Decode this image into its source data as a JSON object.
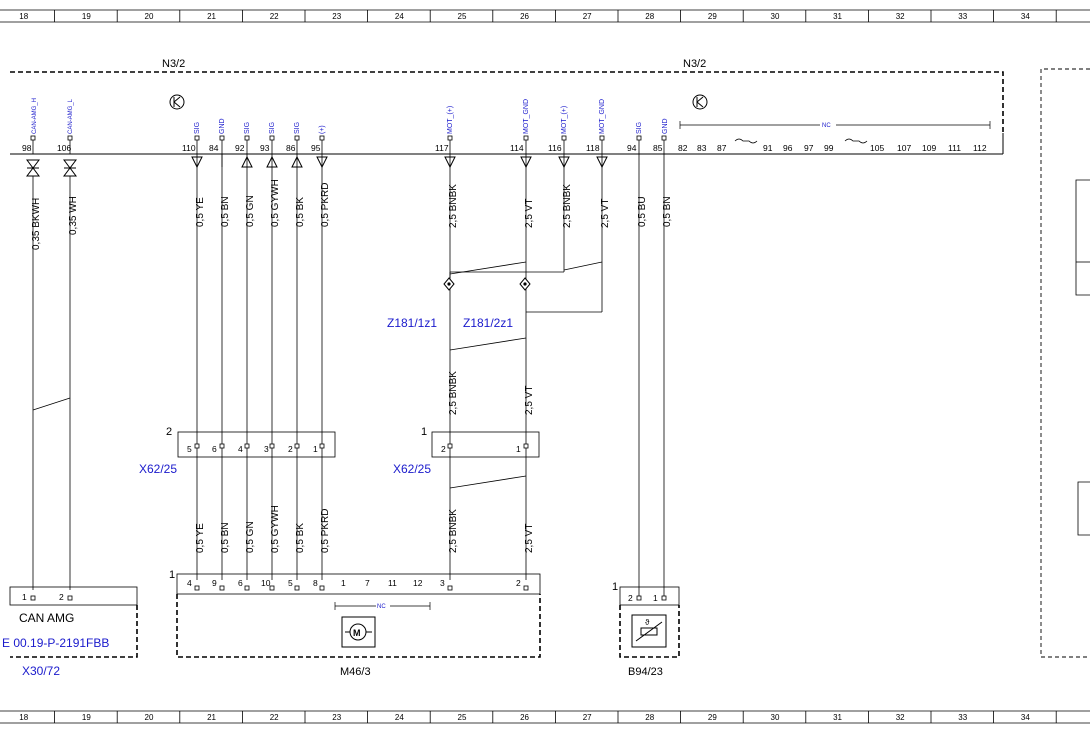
{
  "ruler": {
    "columns": [
      "18",
      "19",
      "20",
      "21",
      "22",
      "23",
      "24",
      "25",
      "26",
      "27",
      "28",
      "29",
      "30",
      "31",
      "32",
      "33",
      "34"
    ]
  },
  "n32": {
    "title_left": "N3/2",
    "title_right": "N3/2",
    "signals": {
      "can_h": "CAN-AMG_H",
      "can_l": "CAN-AMG_L",
      "sig": "SIG",
      "gnd": "GND",
      "plus": "(+)",
      "mot_plus": "MOT_(+)",
      "mot_gnd": "MOT_GND",
      "nc": "NC"
    },
    "pins": [
      "98",
      "106",
      "110",
      "84",
      "92",
      "93",
      "86",
      "95",
      "117",
      "114",
      "116",
      "118",
      "94",
      "85",
      "82",
      "83",
      "87",
      "91",
      "96",
      "97",
      "99",
      "105",
      "107",
      "109",
      "111",
      "112"
    ]
  },
  "wires_top": [
    "0,35 BKWH",
    "0,35 WH",
    "0,5 YE",
    "0,5 BN",
    "0,5 GN",
    "0,5 GYWH",
    "0,5 BK",
    "0,5 PKRD",
    "2,5 BNBK",
    "2,5 VT",
    "2,5 BNBK",
    "2,5 VT",
    "0,5 BU",
    "0,5 BN"
  ],
  "splices": {
    "left": "Z181/1z1",
    "right": "Z181/2z1"
  },
  "wires_mid": [
    "2,5 BNBK",
    "2,5 VT"
  ],
  "x6225": {
    "label": "X62/25",
    "left_no": "2",
    "left_pins": [
      "5",
      "6",
      "4",
      "3",
      "2",
      "1"
    ],
    "right_no": "1",
    "right_pins": [
      "2",
      "1"
    ]
  },
  "wires_bottom": [
    "0,5 YE",
    "0,5 BN",
    "0,5 GN",
    "0,5 GYWH",
    "0,5 BK",
    "0,5 PKRD",
    "2,5 BNBK",
    "2,5 VT"
  ],
  "m463": {
    "label": "M46/3",
    "no": "1",
    "pins": [
      "4",
      "9",
      "6",
      "10",
      "5",
      "8",
      "1",
      "7",
      "11",
      "12",
      "3",
      "2"
    ],
    "nc": "NC"
  },
  "x3072": {
    "label": "X30/72",
    "pins": [
      "1",
      "2"
    ],
    "title": "CAN AMG",
    "ref": "E 00.19-P-2191FBB"
  },
  "b9423": {
    "label": "B94/23",
    "no": "1",
    "pins": [
      "2",
      "1"
    ]
  },
  "colors": {
    "line": "#000000",
    "link": "#1a1acc"
  }
}
